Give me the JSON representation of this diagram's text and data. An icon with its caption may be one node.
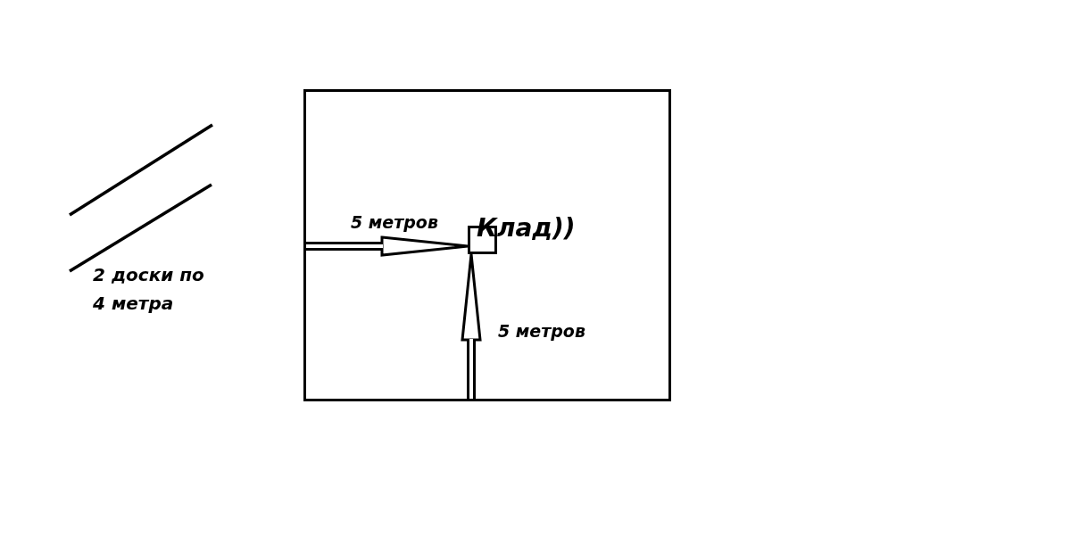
{
  "diagram": {
    "nodes": [
      {
        "text": [],
        "shape": "box"
      },
      {
        "text": [],
        "shape": "box",
        "in": 0,
        "beside": [
          "Клад))"
        ]
      }
    ],
    "edges": [
      {
        "from": 0,
        "to": 1,
        "arrow": "to",
        "label": "5 метров"
      },
      {
        "from": 0,
        "to": 1,
        "arrow": "to",
        "label": "5 метров"
      }
    ],
    "labels": [
      "2 доски по 4 метра"
    ]
  }
}
